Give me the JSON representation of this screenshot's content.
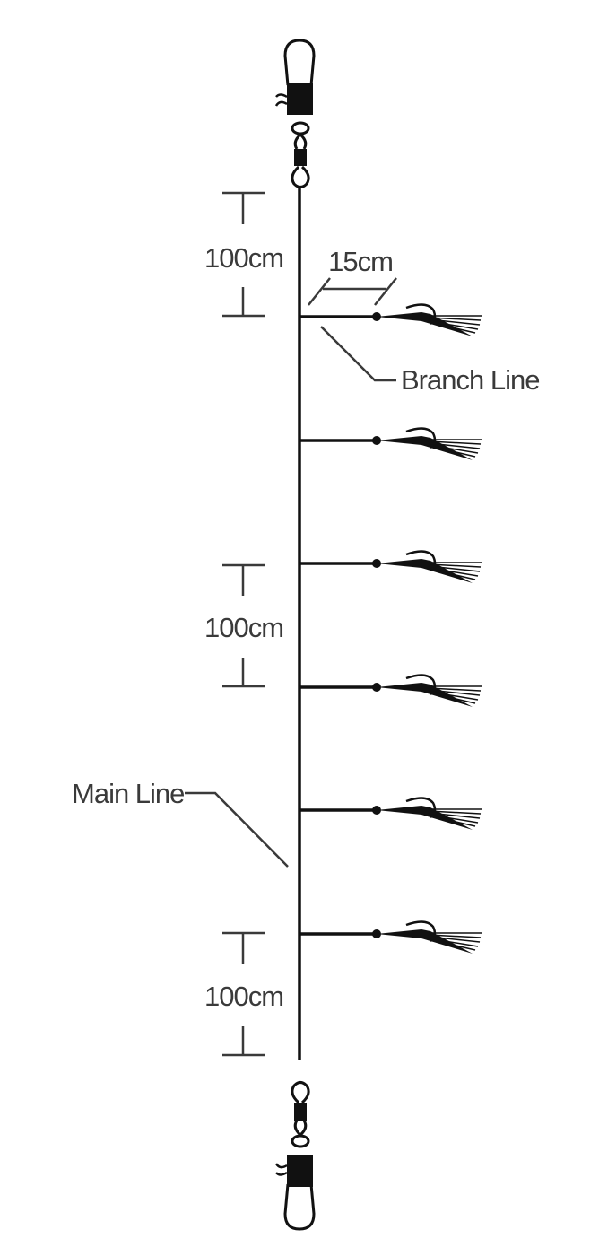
{
  "diagram": {
    "labels": {
      "branch_length": "15cm",
      "branch_line": "Branch Line",
      "main_line": "Main Line"
    },
    "spacings": [
      "100cm",
      "100cm",
      "100cm"
    ],
    "hook_count": 6,
    "colors": {
      "line": "#111111",
      "annotation": "#3a3a3a"
    }
  }
}
